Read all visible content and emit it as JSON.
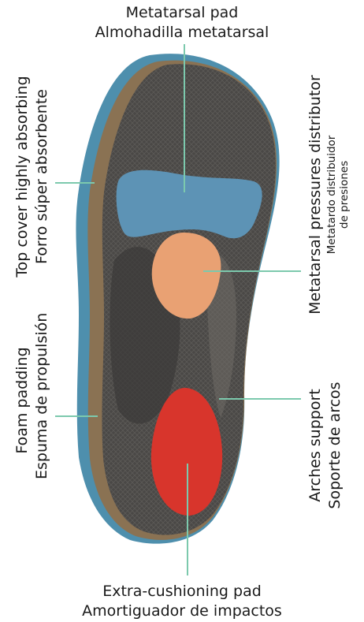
{
  "colors": {
    "outer_layer": "#4e8fad",
    "foam_layer": "#8a7253",
    "top_cover": "#4d4a47",
    "metatarsal_pad": "#5d93b5",
    "distributor": "#e9a173",
    "cushion_pad": "#d8352c",
    "leader_line": "#7cc9ad"
  },
  "labels": {
    "metatarsal_pad": {
      "en": "Metatarsal pad",
      "es": "Almohadilla metatarsal"
    },
    "top_cover": {
      "en": "Top cover highly absorbing",
      "es": "Forro súper absorbente"
    },
    "distributor": {
      "en": "Metatarsal pressures distributor",
      "es1": "Metatardo distribuidor",
      "es2": "de presiones"
    },
    "foam_padding": {
      "en": "Foam padding",
      "es": "Espuma de propulsión"
    },
    "arches_support": {
      "en": "Arches support",
      "es": "Soporte de arcos"
    },
    "cushioning_pad": {
      "en": "Extra-cushioning pad",
      "es": "Amortiguador de impactos"
    }
  }
}
